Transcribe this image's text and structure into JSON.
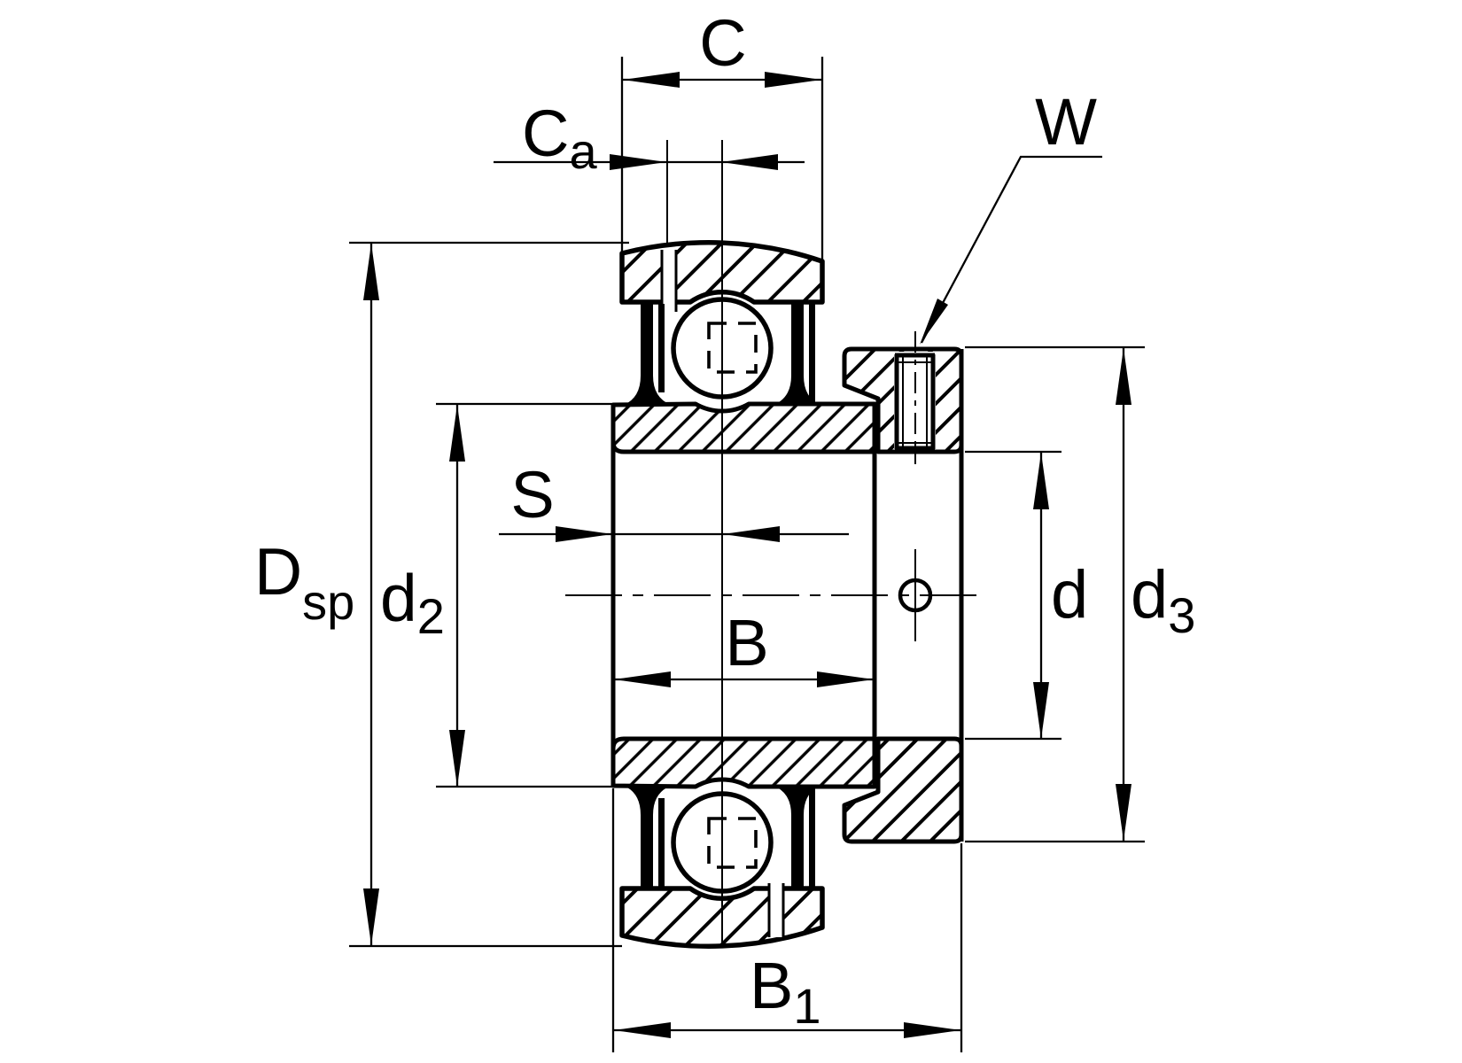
{
  "drawing": {
    "background_color": "#ffffff",
    "line_color": "#000000",
    "dims": {
      "C": {
        "main": "C",
        "sub": ""
      },
      "Ca": {
        "main": "C",
        "sub": "a"
      },
      "W": {
        "main": "W",
        "sub": ""
      },
      "Dsp": {
        "main": "D",
        "sub": "sp"
      },
      "d2": {
        "main": "d",
        "sub": "2"
      },
      "S": {
        "main": "S",
        "sub": ""
      },
      "B": {
        "main": "B",
        "sub": ""
      },
      "d": {
        "main": "d",
        "sub": ""
      },
      "d3": {
        "main": "d",
        "sub": "3"
      },
      "B1": {
        "main": "B",
        "sub": "1"
      }
    }
  }
}
